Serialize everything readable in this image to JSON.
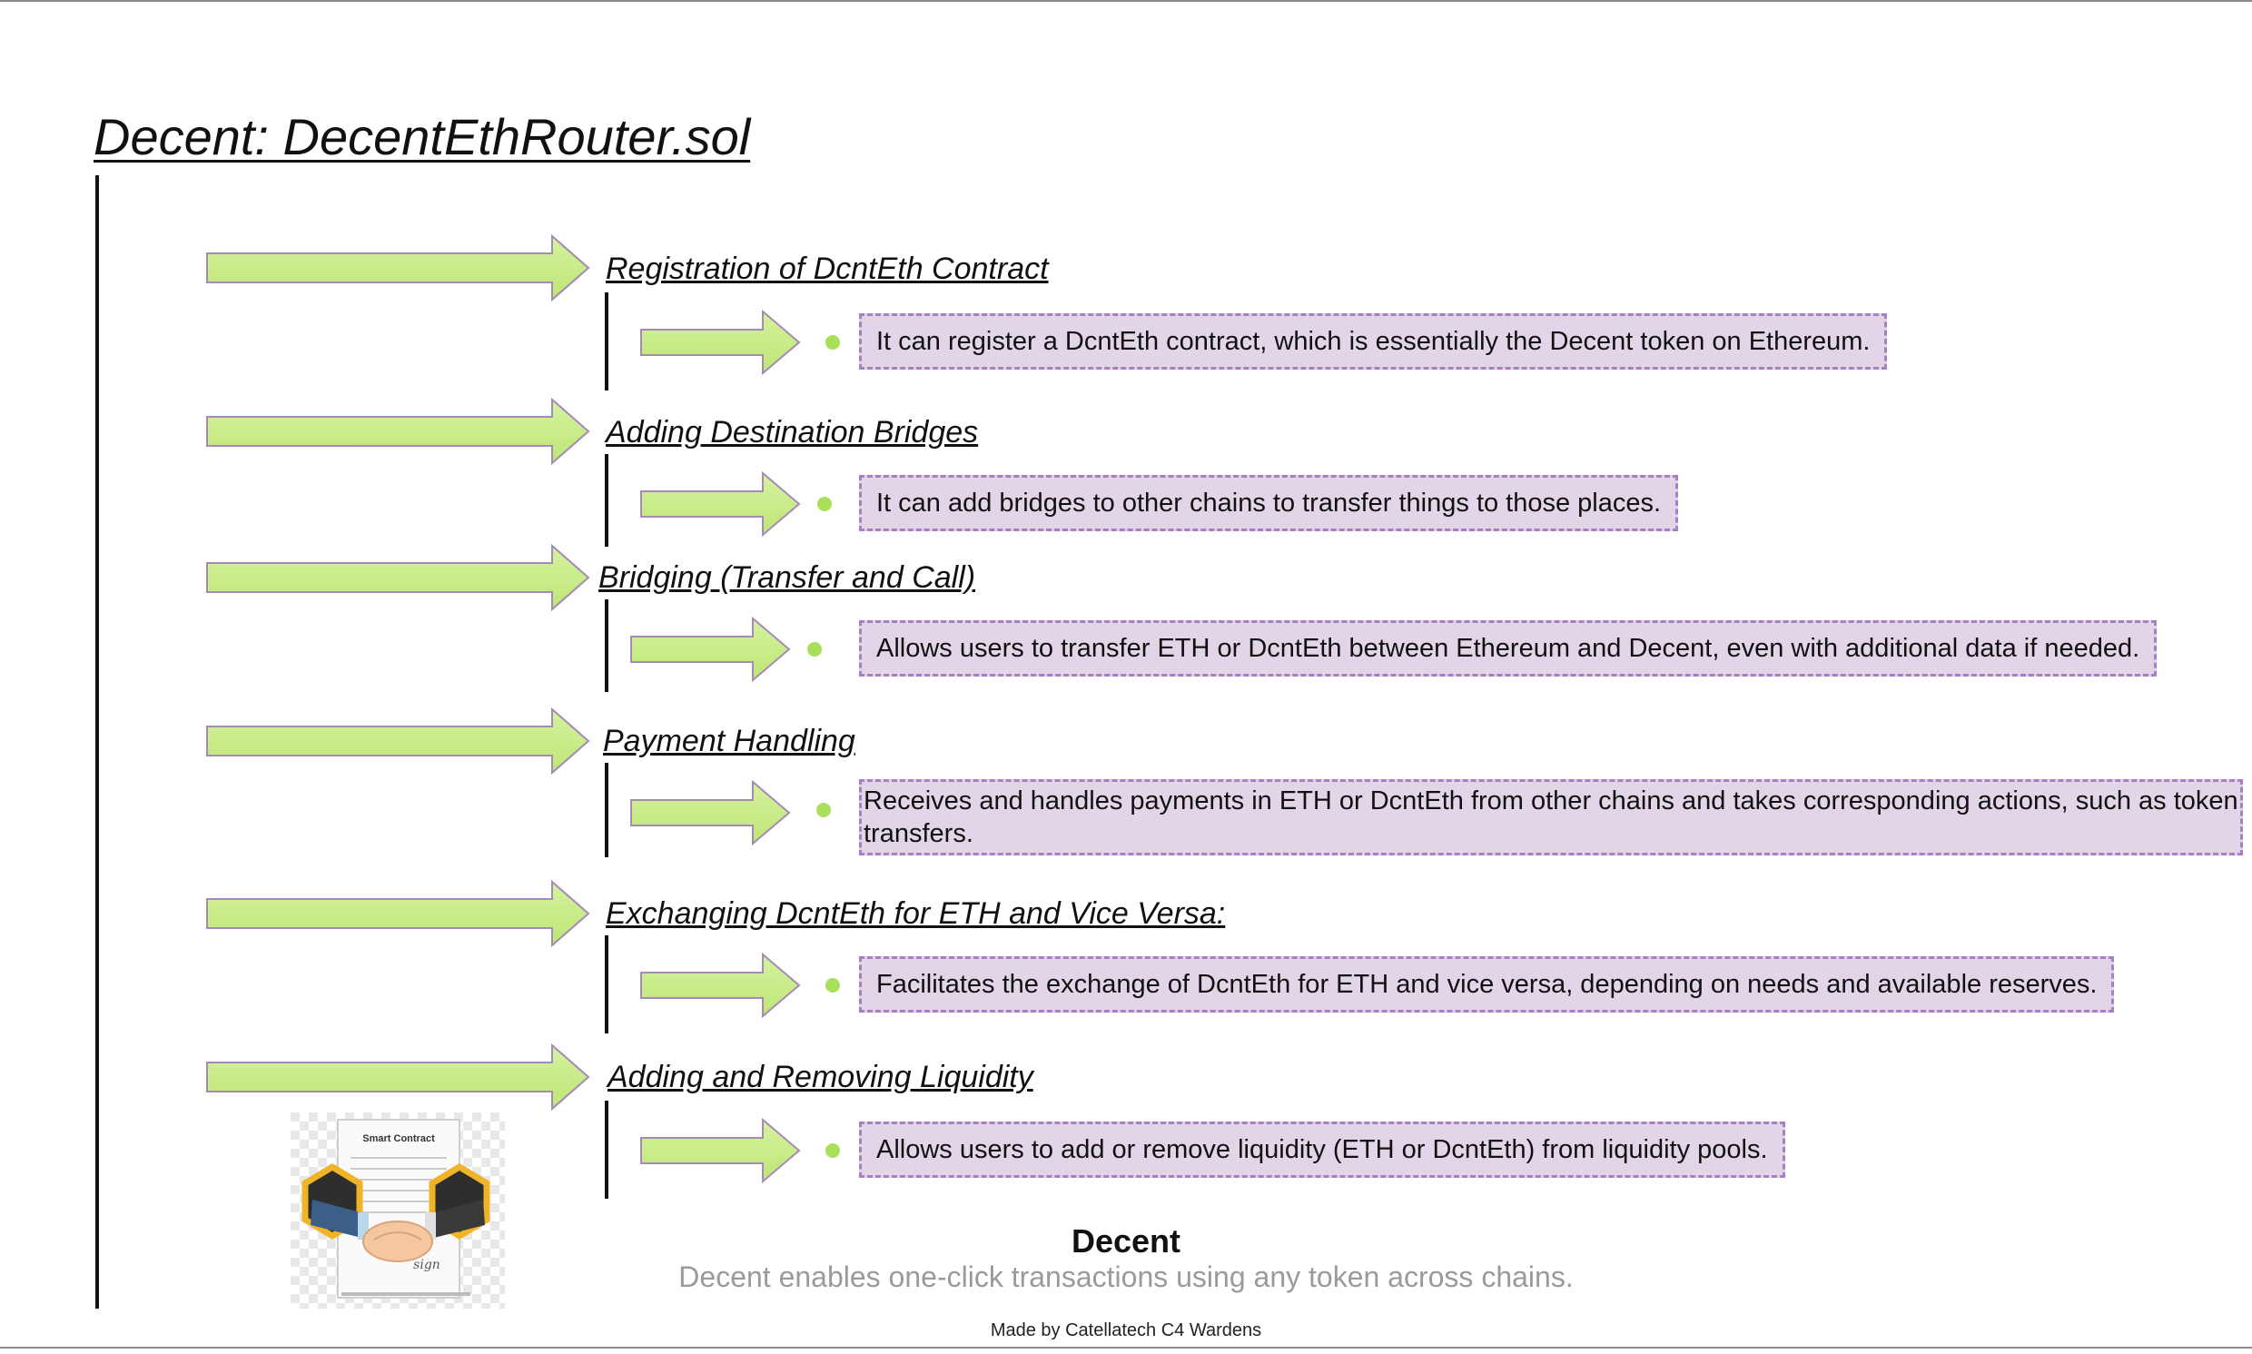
{
  "title": "Decent: DecentEthRouter.sol",
  "sections": [
    {
      "heading": "Registration of DcntEth Contract",
      "description": "It can register a DcntEth contract, which is essentially the Decent token on Ethereum."
    },
    {
      "heading": "Adding Destination Bridges",
      "description": "It can add bridges to other chains to transfer things to those places."
    },
    {
      "heading": "Bridging (Transfer and Call)",
      "description": "Allows users to transfer ETH or DcntEth between Ethereum and Decent, even with additional data if needed."
    },
    {
      "heading": "Payment Handling",
      "description": "Receives and handles payments in ETH or DcntEth from other chains and takes corresponding actions, such as token transfers."
    },
    {
      "heading": "Exchanging DcntEth for ETH and Vice Versa:",
      "description": "Facilitates the exchange of DcntEth for ETH and vice versa, depending on needs and available reserves."
    },
    {
      "heading": "Adding and Removing Liquidity",
      "description": "Allows users to add or remove liquidity (ETH or DcntEth) from liquidity pools."
    }
  ],
  "logo": {
    "caption": "Smart Contract",
    "signature": "sign"
  },
  "brand": {
    "name": "Decent",
    "tagline": "Decent enables one-click transactions using any token across chains."
  },
  "credit": "Made by Catellatech C4 Wardens",
  "colors": {
    "arrow_fill": "#c8ec8a",
    "arrow_stroke": "#a58ab8",
    "box_fill": "#e2d5e8",
    "box_border": "#a87fc0",
    "bullet": "#a8e05a"
  },
  "icons": [
    "arrow-right-icon",
    "bullet-dot-icon",
    "handshake-contract-icon"
  ]
}
